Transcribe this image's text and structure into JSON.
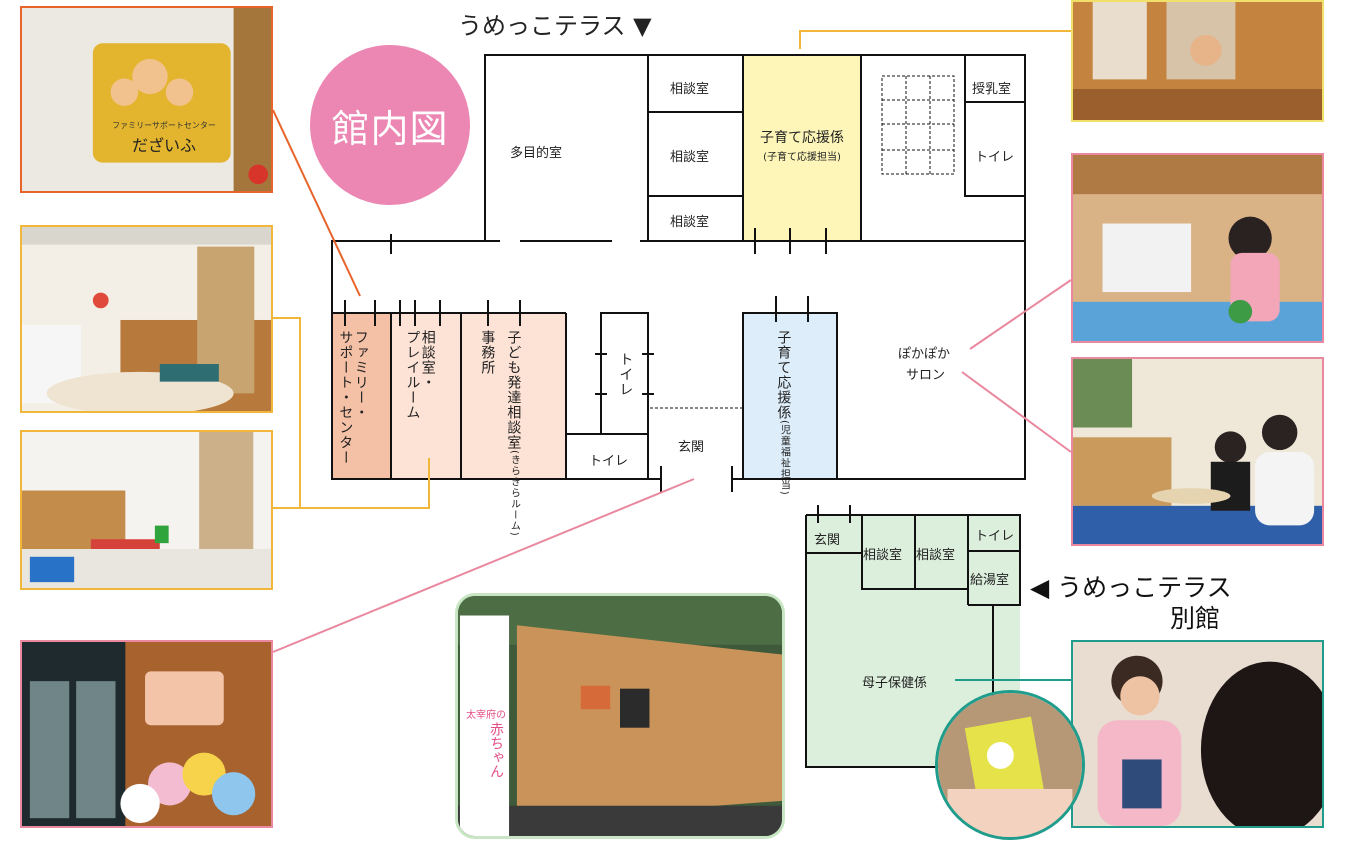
{
  "title": "館内図",
  "building_label": "うめっこテラス ▼",
  "annex_label_line1": "◀ うめっこテラス",
  "annex_label_line2": "別館",
  "rooms": {
    "tamokuteki": "多目的室",
    "soudan": "相談室",
    "kosodate_top": "子育て応援係",
    "kosodate_top_sub": "(子育て応援担当)",
    "junyu": "授乳室",
    "toilet": "トイレ",
    "family_line1": "ファミリー・",
    "family_line2": "サポート・センター",
    "play_line1": "相談室・",
    "play_line2": "プレイルーム",
    "jimusho": "事務所",
    "hattatsu_line1": "子ども発達相談室",
    "hattatsu_sub": "(きらきらルーム)",
    "toilet_v": "トイレ",
    "genkan": "玄関",
    "kosodate_mid": "子育て応援係",
    "kosodate_mid_sub": "(児童福祉担当)",
    "pokapoka_line1": "ぽかぽか",
    "pokapoka_line2": "サロン",
    "annex_genkan": "玄関",
    "kyuto": "給湯室",
    "boshi": "母子保健係"
  },
  "photo_text": {
    "sign_line1": "ファミリーサポートセンター",
    "sign_line2": "だざいふ",
    "banner_line1": "太宰府の",
    "banner_line2": "赤ちゃん"
  },
  "colors": {
    "title_pink": "#ec86b3",
    "family_room": "#f4c0a6",
    "play_room": "#fde3d6",
    "kosodate_yellow": "#fdf6b8",
    "kosodate_blue": "#ddeefa",
    "annex_green": "#dcefdc",
    "line_orange": "#e8642a",
    "line_yellow": "#f0b73a",
    "line_pink": "#e9889f",
    "line_teal": "#1f9c8c"
  }
}
